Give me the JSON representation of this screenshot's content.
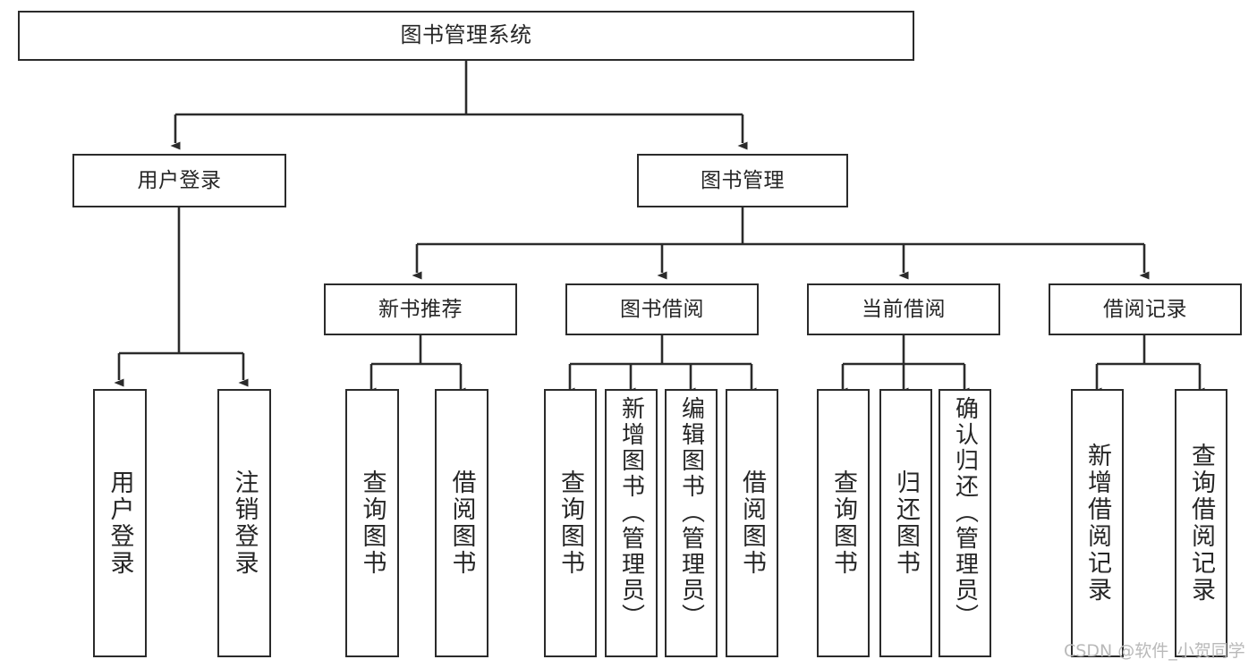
{
  "diagram": {
    "title": "图书管理系统",
    "type": "tree-hierarchy",
    "root": {
      "label": "图书管理系统"
    },
    "level2": [
      {
        "label": "用户登录"
      },
      {
        "label": "图书管理"
      }
    ],
    "level3": [
      {
        "label": "新书推荐"
      },
      {
        "label": "图书借阅"
      },
      {
        "label": "当前借阅"
      },
      {
        "label": "借阅记录"
      }
    ],
    "leaves_user_login": [
      {
        "label": "用户登录"
      },
      {
        "label": "注销登录"
      }
    ],
    "leaves_new_book": [
      {
        "label": "查询图书"
      },
      {
        "label": "借阅图书"
      }
    ],
    "leaves_borrow": [
      {
        "label": "查询图书"
      },
      {
        "label": "新增图书（管理员）"
      },
      {
        "label": "编辑图书（管理员）"
      },
      {
        "label": "借阅图书"
      }
    ],
    "leaves_current": [
      {
        "label": "查询图书"
      },
      {
        "label": "归还图书"
      },
      {
        "label": "确认归还（管理员）"
      }
    ],
    "leaves_record": [
      {
        "label": "新增借阅记录"
      },
      {
        "label": "查询借阅记录"
      }
    ],
    "watermark": "CSDN @软件_小贺同学",
    "colors": {
      "border": "#2b2b2b",
      "text": "#262626",
      "background": "#ffffff",
      "watermark": "#b9b9b9"
    }
  }
}
